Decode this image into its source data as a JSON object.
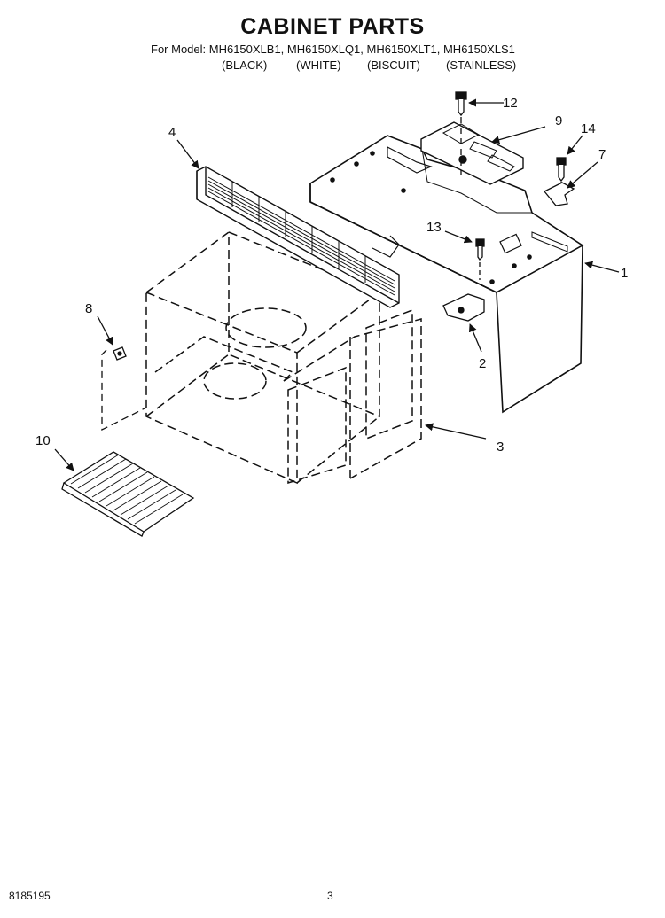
{
  "header": {
    "title": "CABINET PARTS",
    "model_line": "For Model: MH6150XLB1, MH6150XLQ1, MH6150XLT1, MH6150XLS1",
    "colors": [
      "(BLACK)",
      "(WHITE)",
      "(BISCUIT)",
      "(STAINLESS)"
    ]
  },
  "callouts": {
    "c1": "1",
    "c2": "2",
    "c3": "3",
    "c4": "4",
    "c7": "7",
    "c8": "8",
    "c9": "9",
    "c10": "10",
    "c12": "12",
    "c13": "13",
    "c14": "14"
  },
  "footer": {
    "doc_number": "8185195",
    "page": "3"
  }
}
